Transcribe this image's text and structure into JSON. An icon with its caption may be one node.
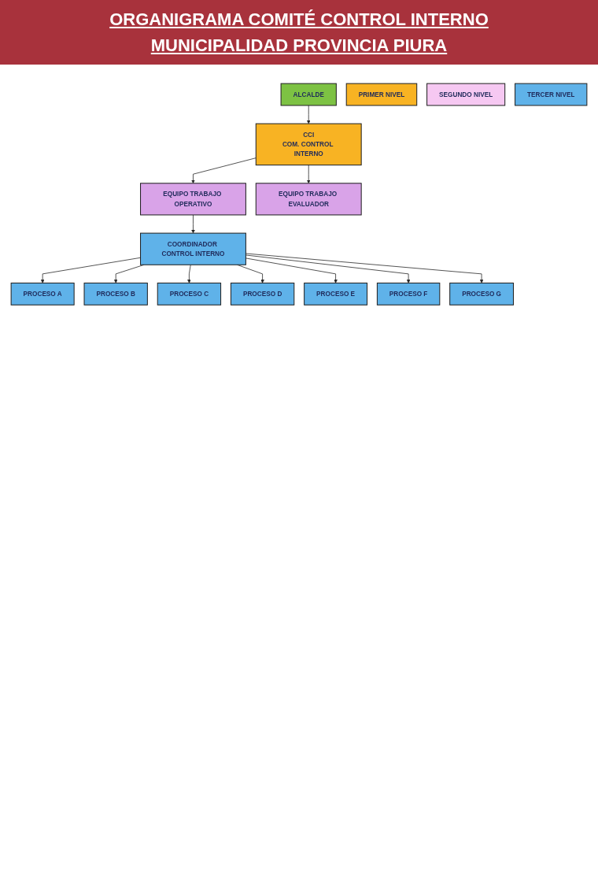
{
  "diagram": {
    "title": "ORGANIGRAMA COMITÉ CONTROL INTERNO MUNICIPALIDAD PROVINCIA PIURA",
    "nodes": [
      {
        "text": [
          "ALCALDE"
        ]
      },
      {
        "text": [
          "PRIMER NIVEL"
        ]
      },
      {
        "text": [
          "CCI",
          "COM. CONTROL INTERNO"
        ]
      },
      {
        "text": [
          "SEGUNDO NIVEL"
        ]
      },
      {
        "text": [
          "EQUIPO TRABAJO OPERATIVO"
        ]
      },
      {
        "text": [
          "EQUIPO TRABAJO EVALUADOR"
        ]
      },
      {
        "text": [
          "TERCER NIVEL"
        ]
      },
      {
        "text": [
          "COORDINADOR CONTROL INTERNO"
        ]
      },
      {
        "text": [
          "PROCESO A"
        ]
      },
      {
        "text": [
          "PROCESO B"
        ]
      },
      {
        "text": [
          "PROCESO C"
        ]
      },
      {
        "text": [
          "PROCESO D"
        ]
      },
      {
        "text": [
          "PROCESO E"
        ]
      },
      {
        "text": [
          "PROCESO F"
        ]
      },
      {
        "text": [
          "PROCESO G"
        ]
      }
    ],
    "edges": [
      {
        "from": 0,
        "to": 2,
        "arrow": "to"
      },
      {
        "from": 2,
        "to": 4,
        "arrow": "to"
      },
      {
        "from": 2,
        "to": 5,
        "arrow": "to"
      },
      {
        "from": 4,
        "to": 7,
        "arrow": "to"
      },
      {
        "from": 7,
        "to": 8,
        "arrow": "to"
      },
      {
        "from": 7,
        "to": 9,
        "arrow": "to"
      },
      {
        "from": 7,
        "to": 10,
        "arrow": "to"
      },
      {
        "from": 7,
        "to": 11,
        "arrow": "to"
      },
      {
        "from": 7,
        "to": 12,
        "arrow": "to"
      },
      {
        "from": 7,
        "to": 13,
        "arrow": "to"
      },
      {
        "from": 7,
        "to": 14,
        "arrow": "to"
      }
    ]
  }
}
